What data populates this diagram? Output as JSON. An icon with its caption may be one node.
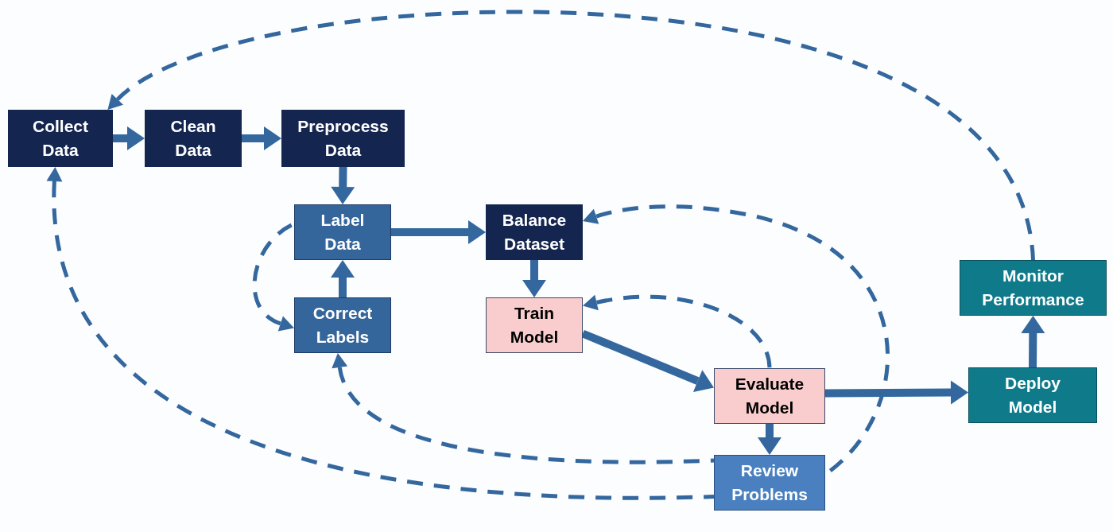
{
  "diagram": {
    "nodes": [
      {
        "text": [
          "Collect Data"
        ]
      },
      {
        "text": [
          "Clean Data"
        ]
      },
      {
        "text": [
          "Preprocess Data"
        ]
      },
      {
        "text": [
          "Label Data"
        ]
      },
      {
        "text": [
          "Balance Dataset"
        ]
      },
      {
        "text": [
          "Correct Labels"
        ]
      },
      {
        "text": [
          "Train Model"
        ]
      },
      {
        "text": [
          "Evaluate Model"
        ]
      },
      {
        "text": [
          "Review Problems"
        ]
      },
      {
        "text": [
          "Deploy Model"
        ]
      },
      {
        "text": [
          "Monitor Performance"
        ]
      }
    ],
    "edges": [
      {
        "from": 0,
        "to": 1,
        "arrow": "to"
      },
      {
        "from": 1,
        "to": 2,
        "arrow": "to"
      },
      {
        "from": 2,
        "to": 3,
        "arrow": "to"
      },
      {
        "from": 3,
        "to": 4,
        "arrow": "to"
      },
      {
        "from": 4,
        "to": 6,
        "arrow": "to"
      },
      {
        "from": 5,
        "to": 3,
        "arrow": "to"
      },
      {
        "from": 6,
        "to": 7,
        "arrow": "to"
      },
      {
        "from": 7,
        "to": 8,
        "arrow": "to"
      },
      {
        "from": 7,
        "to": 9,
        "arrow": "to"
      },
      {
        "from": 9,
        "to": 10,
        "arrow": "to"
      },
      {
        "from": 10,
        "to": 0,
        "arrow": "to",
        "style": "dashed"
      },
      {
        "from": 3,
        "to": 5,
        "arrow": "to",
        "style": "dashed"
      },
      {
        "from": 7,
        "to": 6,
        "arrow": "to",
        "style": "dashed"
      },
      {
        "from": 8,
        "to": 4,
        "arrow": "to",
        "style": "dashed"
      },
      {
        "from": 8,
        "to": 5,
        "arrow": "to",
        "style": "dashed"
      },
      {
        "from": 8,
        "to": 0,
        "arrow": "to",
        "style": "dashed"
      }
    ]
  }
}
